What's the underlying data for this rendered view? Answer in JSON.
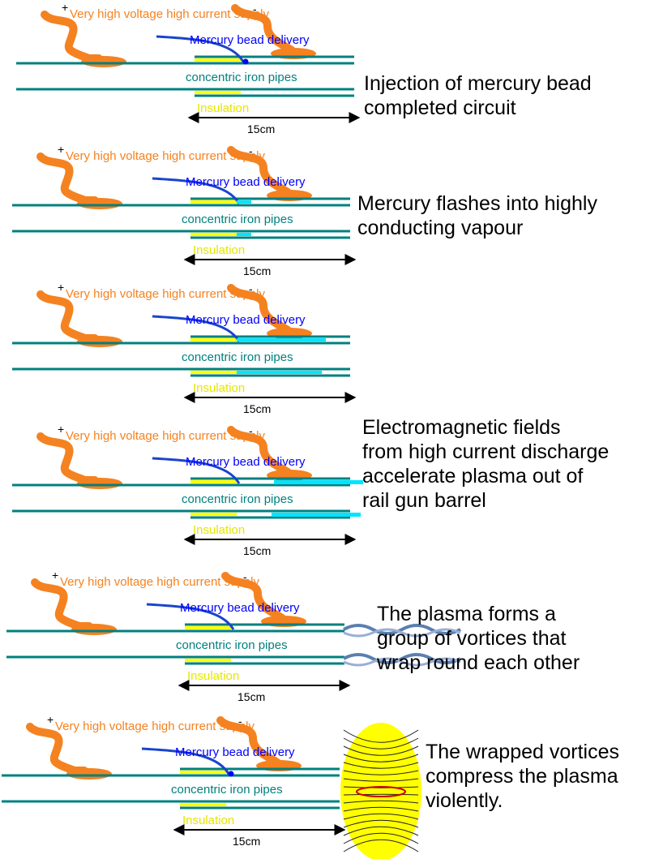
{
  "colors": {
    "cable": "#f58220",
    "pipe": "#00807f",
    "insulation": "#ffff00",
    "mercury": "#0000ff",
    "plasma": "#00e5ff",
    "label_supply": "#f58220",
    "label_mercury": "#0000ff",
    "label_pipes": "#00807f",
    "label_insulation": "#e6e600",
    "text": "#000000"
  },
  "labels": {
    "plus": "+",
    "minus": "-",
    "supply": "Very high voltage high current supply",
    "mercury": "Mercury bead delivery",
    "pipes": "concentric iron pipes",
    "insulation": "Insulation",
    "length": "15cm"
  },
  "stages": [
    {
      "id": "stage-1",
      "caption": "Injection of mercury bead\ncompleted circuit",
      "plasma": "bead"
    },
    {
      "id": "stage-2",
      "caption": "Mercury flashes into highly\nconducting vapour",
      "plasma": "short"
    },
    {
      "id": "stage-3",
      "caption": "",
      "plasma": "medium"
    },
    {
      "id": "stage-4",
      "caption": "Electromagnetic fields\nfrom high current discharge\naccelerate plasma out of\nrail gun barrel",
      "plasma": "exit"
    },
    {
      "id": "stage-5",
      "caption": "The plasma forms a\ngroup of vortices that\nwrap round each other",
      "plasma": "vortex"
    },
    {
      "id": "stage-6",
      "caption": "The wrapped vortices\ncompress the plasma\nviolently.",
      "plasma": "torus"
    }
  ]
}
